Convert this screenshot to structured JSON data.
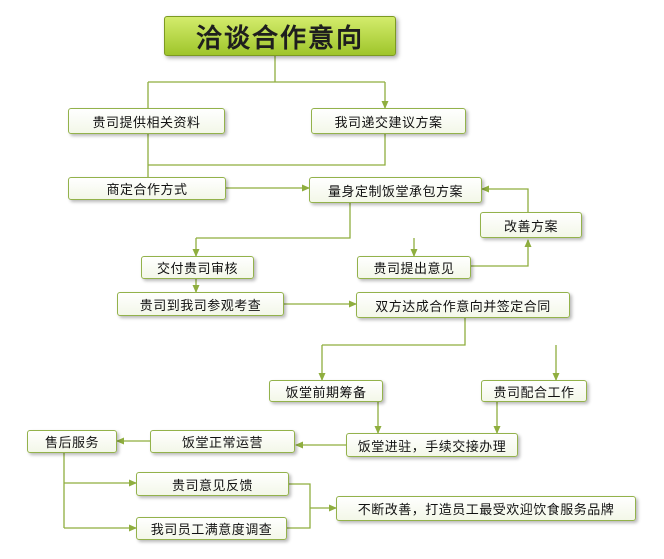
{
  "title": "洽谈合作意向",
  "nodes": {
    "provide_info": "贵司提供相关资料",
    "submit_proposal": "我司递交建议方案",
    "cooperation_mode": "商定合作方式",
    "custom_plan": "量身定制饭堂承包方案",
    "improve_plan": "改善方案",
    "deliver_review": "交付贵司审核",
    "feedback_opinion": "贵司提出意见",
    "site_visit": "贵司到我司参观考查",
    "sign_contract": "双方达成合作意向并签定合同",
    "prep": "饭堂前期筹备",
    "client_cooperate": "贵司配合工作",
    "after_sales": "售后服务",
    "normal_operation": "饭堂正常运营",
    "move_in": "饭堂进驻，手续交接办理",
    "client_feedback": "贵司意见反馈",
    "staff_survey": "我司员工满意度调查",
    "continuous_improve": "不断改善，打造员工最受欢迎饮食服务品牌"
  },
  "colors": {
    "line": "#8fae3f",
    "border": "#93b24b",
    "title_fill": "#b4d743"
  }
}
